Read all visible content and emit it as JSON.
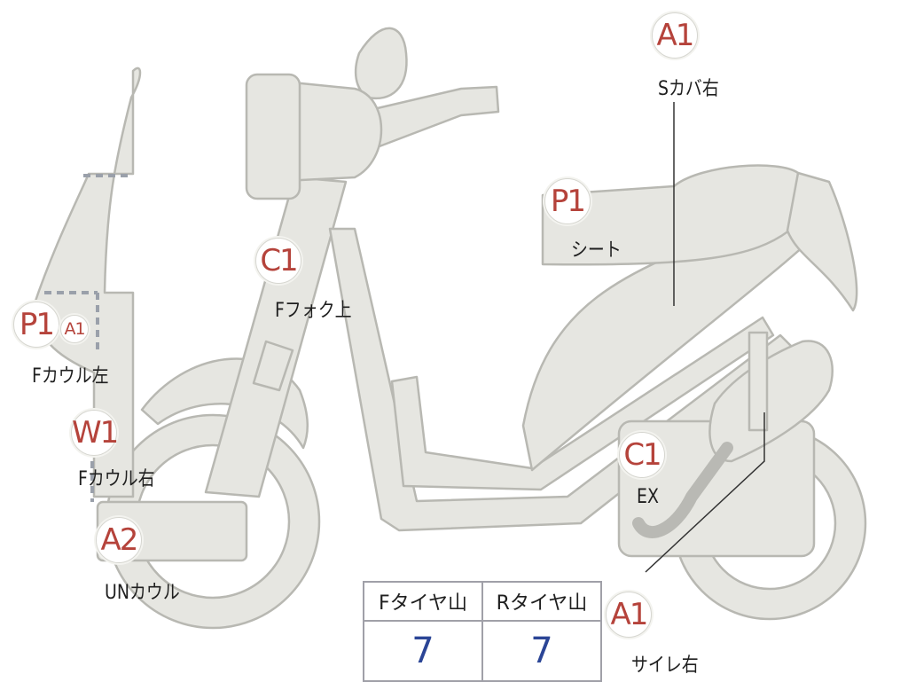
{
  "marks": [
    {
      "id": "seat-p1",
      "code": "P1",
      "label": "シート"
    },
    {
      "id": "side-cover-right-a1",
      "code": "A1",
      "label": "Sカバ右"
    },
    {
      "id": "fork-upper-c1",
      "code": "C1",
      "label": "Fフォク上"
    },
    {
      "id": "front-cowl-left-p1",
      "code": "P1",
      "code2": "A1",
      "label": "Fカウル左"
    },
    {
      "id": "front-cowl-right-w1",
      "code": "W1",
      "label": "Fカウル右"
    },
    {
      "id": "under-cowl-a2",
      "code": "A2",
      "label": "UNカウル"
    },
    {
      "id": "exhaust-c1",
      "code": "C1",
      "label": "EX"
    },
    {
      "id": "muffler-right-a1",
      "code": "A1",
      "label": "サイレ右"
    }
  ],
  "tires": {
    "front_label": "Fタイヤ山",
    "rear_label": "Rタイヤ山",
    "front_value": "7",
    "rear_value": "7"
  },
  "colors": {
    "body_fill": "#e6e6e1",
    "outline": "#b8b8b2",
    "badge_text": "#b5433b",
    "value_text": "#2b4596"
  }
}
